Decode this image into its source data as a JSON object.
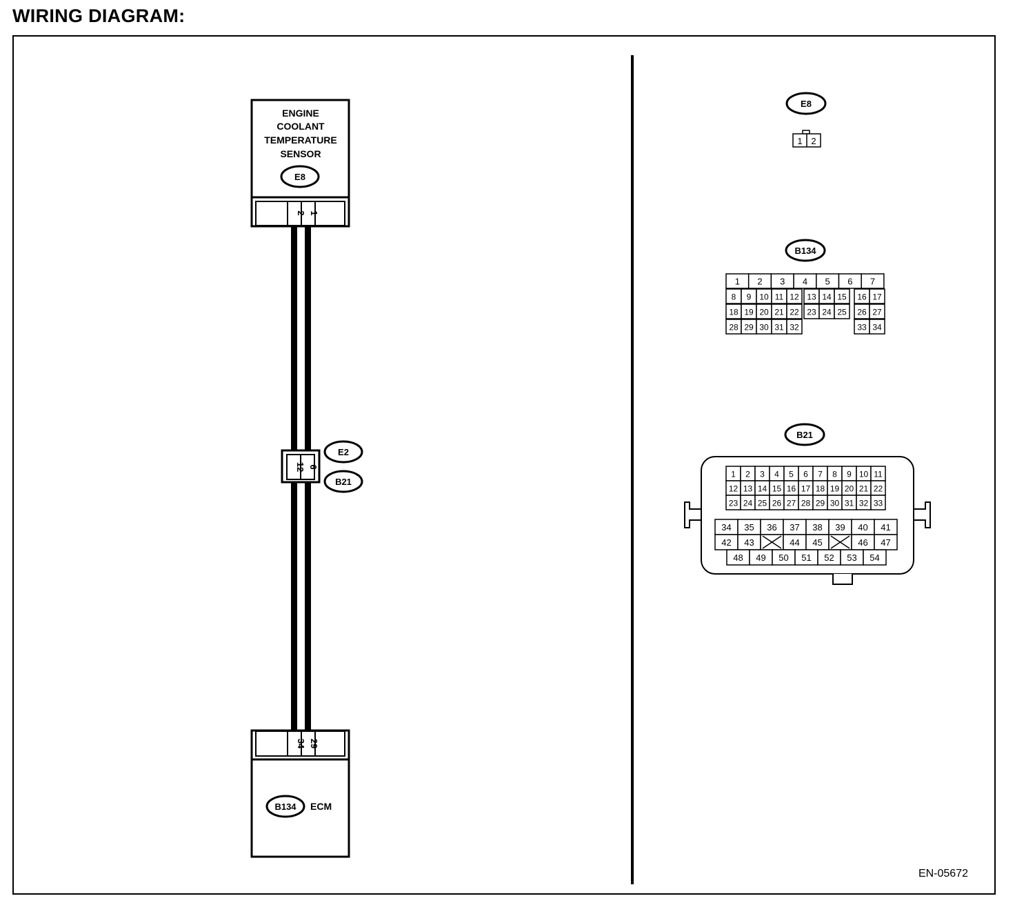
{
  "title": "WIRING DIAGRAM:",
  "doc_code": "EN-05672",
  "sensor": {
    "lines": [
      "ENGINE",
      "COOLANT",
      "TEMPERATURE",
      "SENSOR"
    ],
    "connector": "E8",
    "pins": [
      "2",
      "1"
    ]
  },
  "junction": {
    "connector_top": "E2",
    "connector_bottom": "B21",
    "pins": [
      "12",
      "6"
    ]
  },
  "ecm": {
    "label": "ECM",
    "connector": "B134",
    "pins": [
      "34",
      "29"
    ]
  },
  "connector_views": {
    "e8": {
      "id": "E8",
      "pins": [
        "1",
        "2"
      ]
    },
    "b134": {
      "id": "B134",
      "rows": [
        [
          "1",
          "2",
          "3",
          "4",
          "5",
          "6",
          "7"
        ],
        [
          "8",
          "9",
          "10",
          "11",
          "12",
          "13",
          "14",
          "15",
          "16",
          "17"
        ],
        [
          "18",
          "19",
          "20",
          "21",
          "22",
          "23",
          "24",
          "25",
          "26",
          "27"
        ],
        [
          "28",
          "29",
          "30",
          "31",
          "32",
          "33",
          "34"
        ]
      ]
    },
    "b21": {
      "id": "B21",
      "rows": [
        [
          "1",
          "2",
          "3",
          "4",
          "5",
          "6",
          "7",
          "8",
          "9",
          "10",
          "11"
        ],
        [
          "12",
          "13",
          "14",
          "15",
          "16",
          "17",
          "18",
          "19",
          "20",
          "21",
          "22"
        ],
        [
          "23",
          "24",
          "25",
          "26",
          "27",
          "28",
          "29",
          "30",
          "31",
          "32",
          "33"
        ],
        [
          "34",
          "35",
          "36",
          "37",
          "38",
          "39",
          "40",
          "41"
        ],
        [
          "42",
          "43",
          "",
          "44",
          "45",
          "",
          "46",
          "47"
        ],
        [
          "48",
          "49",
          "50",
          "51",
          "52",
          "53",
          "54"
        ]
      ]
    }
  }
}
